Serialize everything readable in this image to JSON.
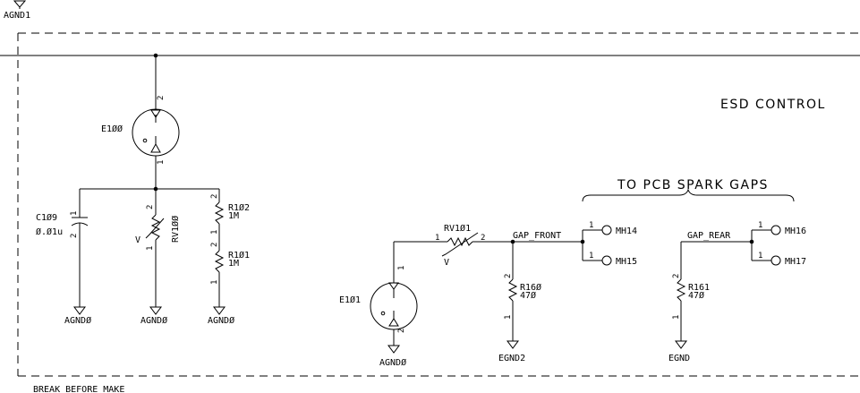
{
  "title": "ESD CONTROL",
  "spark_gaps_label": "TO PCB SPARK GAPS",
  "footer_text": "BREAK BEFORE MAKE",
  "grounds": {
    "top": "AGND1",
    "c109": "AGNDØ",
    "rv100": "AGNDØ",
    "r101": "AGNDØ",
    "e101": "AGNDØ",
    "r160": "EGND2",
    "r161": "EGND"
  },
  "components": {
    "e100": "E1ØØ",
    "c109_ref": "C1Ø9",
    "c109_val": "Ø.Ø1u",
    "rv100": "RV1ØØ",
    "r102_ref": "R1Ø2",
    "r102_val": "1M",
    "r101_ref": "R1Ø1",
    "r101_val": "1M",
    "rv101": "RV1Ø1",
    "e101": "E1Ø1",
    "r160_ref": "R16Ø",
    "r160_val": "47Ø",
    "r161_ref": "R161",
    "r161_val": "47Ø"
  },
  "nets": {
    "gap_front": "GAP_FRONT",
    "gap_rear": "GAP_REAR"
  },
  "mounting_holes": {
    "mh14": "MH14",
    "mh15": "MH15",
    "mh16": "MH16",
    "mh17": "MH17"
  },
  "pins": {
    "one": "1",
    "two": "2",
    "v": "V"
  }
}
